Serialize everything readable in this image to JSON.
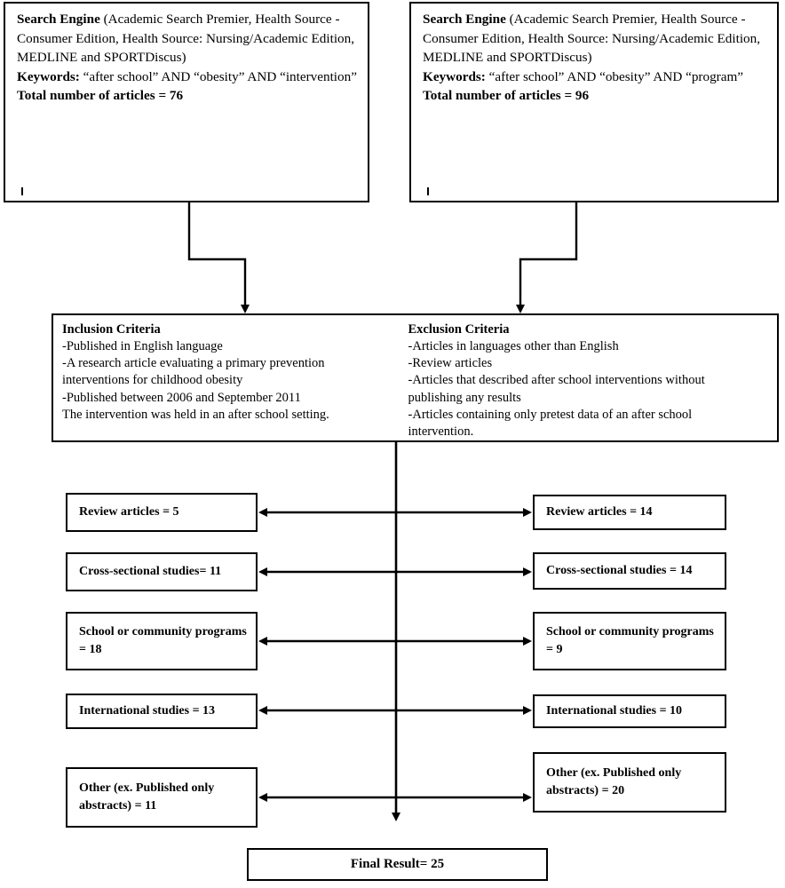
{
  "diagram": {
    "title": "Article selection flowchart",
    "stroke_color": "#000000",
    "background": "#ffffff"
  },
  "search_boxes": [
    {
      "id": "search-left",
      "engine_label": "Search Engine",
      "engine_sources": " (Academic Search Premier, Health Source - Consumer Edition, Health Source: Nursing/Academic Edition, MEDLINE and SPORTDiscus)",
      "keywords_label": "Keywords:",
      "keywords_value": " “after school” AND “obesity” AND “intervention”",
      "total_label": "Total number of articles = 76",
      "total_count": 76
    },
    {
      "id": "search-right",
      "engine_label": "Search Engine",
      "engine_sources": " (Academic Search Premier, Health Source - Consumer Edition, Health Source: Nursing/Academic Edition, MEDLINE and SPORTDiscus)",
      "keywords_label": "Keywords:",
      "keywords_value": " “after school” AND “obesity” AND “program”",
      "total_label": "Total number of articles = 96",
      "total_count": 96
    }
  ],
  "criteria": {
    "inclusion": {
      "title": "Inclusion Criteria",
      "lines": [
        "-Published in English language",
        "-A research article evaluating a primary prevention",
        "interventions for childhood obesity",
        "-Published between 2006 and September 2011",
        "The intervention was held in an after school setting."
      ]
    },
    "exclusion": {
      "title": "Exclusion Criteria",
      "lines": [
        "-Articles in languages other than English",
        "-Review articles",
        "-Articles that described after school interventions without",
        "publishing any results",
        "-Articles containing only pretest data of an after school",
        "intervention."
      ]
    }
  },
  "categories_left": [
    {
      "label": "Review articles = 5",
      "count": 5
    },
    {
      "label": "Cross-sectional studies= 11",
      "count": 11
    },
    {
      "label": "School or community programs = 18",
      "count": 18
    },
    {
      "label": "International studies = 13",
      "count": 13
    },
    {
      "label": "Other (ex. Published only abstracts) = 11",
      "count": 11
    }
  ],
  "categories_right": [
    {
      "label": "Review articles = 14",
      "count": 14
    },
    {
      "label": "Cross-sectional studies = 14",
      "count": 14
    },
    {
      "label": "School or community programs = 9",
      "count": 9
    },
    {
      "label": "International studies = 10",
      "count": 10
    },
    {
      "label": "Other (ex. Published only abstracts) = 20",
      "count": 20
    }
  ],
  "final": {
    "label": "Final Result= 25",
    "count": 25
  }
}
